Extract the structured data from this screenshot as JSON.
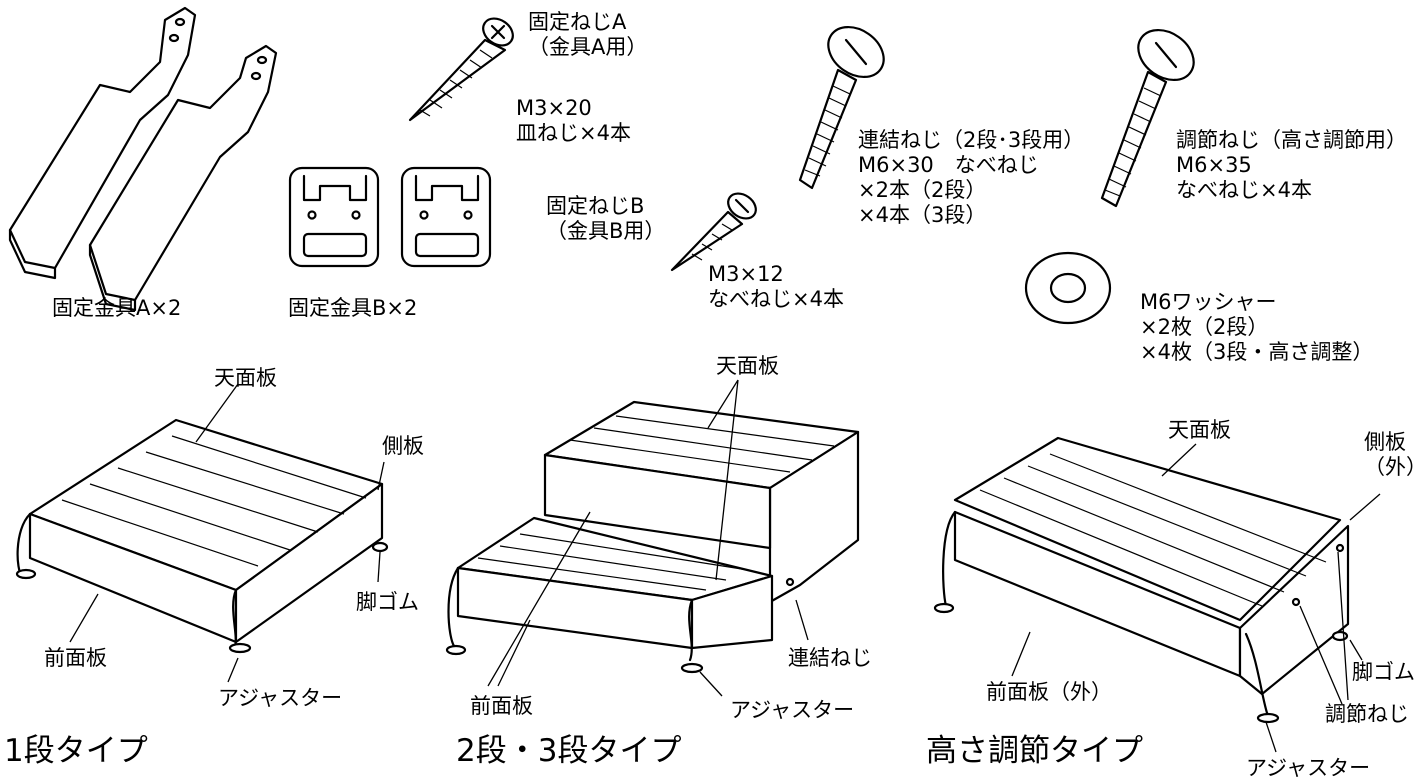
{
  "parts": {
    "bracket_a": "固定金具A×2",
    "bracket_b": "固定金具B×2",
    "screw_a": {
      "name": "固定ねじA",
      "use": "（金具A用）",
      "spec": "M3×20",
      "qty": "皿ねじ×4本"
    },
    "screw_b": {
      "name": "固定ねじB",
      "use": "（金具B用）",
      "spec": "M3×12",
      "qty": "なべねじ×4本"
    },
    "connect_screw": {
      "name": "連結ねじ（2段･3段用）",
      "spec": "M6×30　なべねじ",
      "qty_2": "×2本（2段）",
      "qty_3": "×4本（3段）"
    },
    "adjust_screw": {
      "name": "調節ねじ（高さ調節用）",
      "spec": "M6×35",
      "qty": "なべねじ×4本"
    },
    "washer": {
      "name": "M6ワッシャー",
      "qty_2": "×2枚（2段）",
      "qty_3": "×4枚（3段・高さ調整）"
    }
  },
  "types": {
    "type1": {
      "caption": "1段タイプ",
      "top": "天面板",
      "side": "側板",
      "foot": "脚ゴム",
      "front": "前面板",
      "adjuster": "アジャスター"
    },
    "type2": {
      "caption": "2段・3段タイプ",
      "top": "天面板",
      "connect": "連結ねじ",
      "front": "前面板",
      "adjuster": "アジャスター"
    },
    "type3": {
      "caption": "高さ調節タイプ",
      "top": "天面板",
      "side_1": "側板",
      "side_2": "（外）",
      "foot": "脚ゴム",
      "front": "前面板（外）",
      "adjust": "調節ねじ",
      "adjuster": "アジャスター"
    }
  }
}
